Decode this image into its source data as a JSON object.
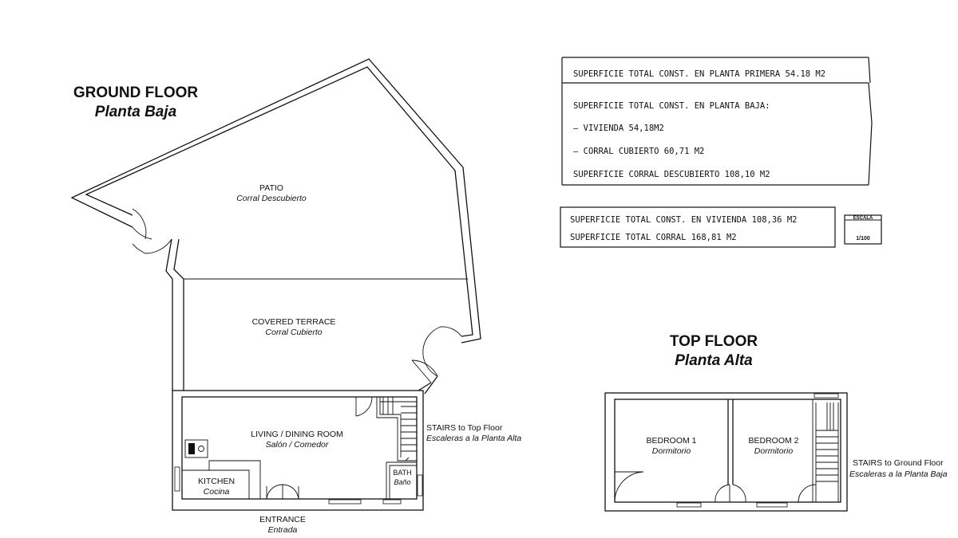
{
  "ground_floor": {
    "title": "GROUND FLOOR",
    "subtitle": "Planta Baja",
    "rooms": {
      "patio": {
        "name": "PATIO",
        "sub": "Corral Descubierto"
      },
      "covered_terrace": {
        "name": "COVERED TERRACE",
        "sub": "Corral Cubierto"
      },
      "living": {
        "name": "LIVING / DINING ROOM",
        "sub": "Salón / Comedor"
      },
      "kitchen": {
        "name": "KITCHEN",
        "sub": "Cocina"
      },
      "bath": {
        "name": "BATH",
        "sub": "Baño"
      },
      "entrance": {
        "name": "ENTRANCE",
        "sub": "Entrada"
      }
    },
    "stairs": {
      "name": "STAIRS to Top Floor",
      "sub": "Escaleras a la Planta Alta"
    }
  },
  "top_floor": {
    "title": "TOP FLOOR",
    "subtitle": "Planta Alta",
    "rooms": {
      "bedroom1": {
        "name": "BEDROOM 1",
        "sub": "Dormitorio"
      },
      "bedroom2": {
        "name": "BEDROOM 2",
        "sub": "Dormitorio"
      }
    },
    "stairs": {
      "name": "STAIRS to Ground Floor",
      "sub": "Escaleras a la Planta Baja"
    }
  },
  "surface_table": {
    "row1": "SUPERFICIE TOTAL CONST. EN PLANTA PRIMERA 54.18 M2",
    "row2": "SUPERFICIE TOTAL CONST. EN PLANTA BAJA:",
    "row3": "– VIVIENDA 54,18M2",
    "row4": "– CORRAL CUBIERTO 60,71 M2",
    "row5": "SUPERFICIE CORRAL DESCUBIERTO 108,10 M2"
  },
  "totals_table": {
    "row1": "SUPERFICIE TOTAL CONST. EN VIVIENDA 108,36 M2",
    "row2": "SUPERFICIE TOTAL CORRAL 168,81 M2"
  },
  "scale_box": {
    "label": "ESCALA",
    "value": "1/100"
  }
}
